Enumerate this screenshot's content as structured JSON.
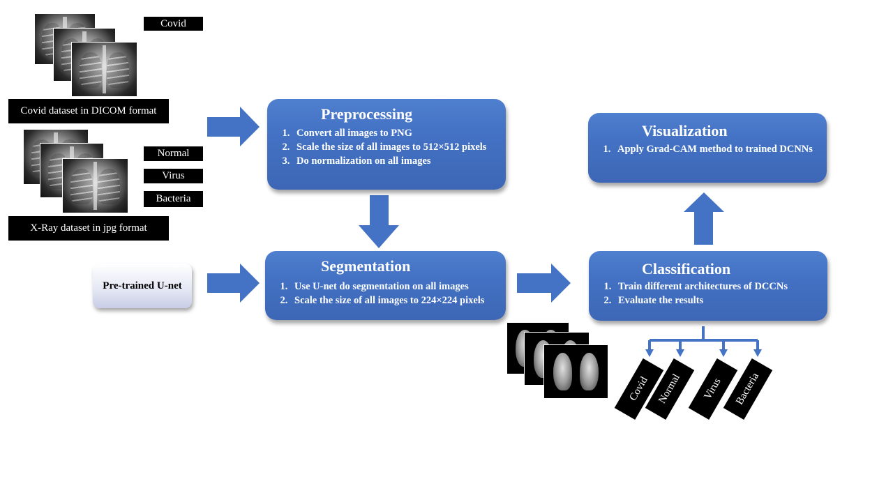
{
  "labels": {
    "covid": "Covid",
    "covid_dataset": "Covid dataset in DICOM format",
    "normal": "Normal",
    "virus": "Virus",
    "bacteria": "Bacteria",
    "xray_dataset": "X-Ray dataset in jpg format",
    "unet": "Pre-trained  U-net"
  },
  "preprocessing": {
    "title": "Preprocessing",
    "items": [
      "Convert all images to PNG",
      "Scale the size of all images to 512×512 pixels",
      "Do normalization  on all images"
    ]
  },
  "segmentation": {
    "title": "Segmentation",
    "items": [
      "Use U-net do segmentation on all images",
      "Scale the size of all images to 224×224 pixels"
    ]
  },
  "classification": {
    "title": "Classification",
    "items": [
      "Train  different architectures  of DCCNs",
      "Evaluate the results"
    ]
  },
  "visualization": {
    "title": "Visualization",
    "items": [
      "Apply  Grad-CAM  method to trained DCNNs"
    ]
  },
  "outputs": [
    "Covid",
    "Normal",
    "Virus",
    "Bacteria"
  ],
  "colors": {
    "panel": "#4472c4",
    "arrow": "#4472c4",
    "label_bg": "#000000"
  }
}
